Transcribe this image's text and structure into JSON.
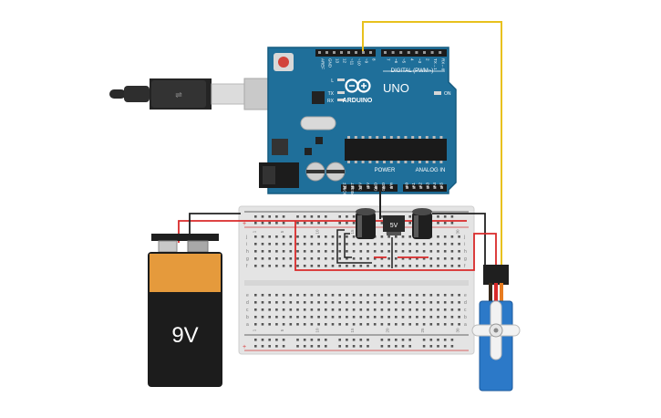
{
  "arduino": {
    "logo_text": "ARDUINO",
    "model": "UNO",
    "digital_label": "DIGITAL (PWM~)",
    "power_label": "POWER",
    "analog_label": "ANALOG IN",
    "on_label": "ON",
    "led_l": "L",
    "led_tx": "TX",
    "led_rx": "RX",
    "top_pins": [
      "AREF",
      "GND",
      "13",
      "12",
      "~11",
      "~10",
      "~9",
      "8",
      "7",
      "~6",
      "~5",
      "4",
      "~3",
      "2",
      "TX→1",
      "RX←0"
    ],
    "power_pins": [
      "IOREF",
      "RESET",
      "3.3V",
      "5V",
      "GND",
      "GND",
      "Vin"
    ],
    "analog_pins": [
      "A0",
      "A1",
      "A2",
      "A3",
      "A4",
      "A5"
    ]
  },
  "regulator": {
    "label": "5V"
  },
  "battery": {
    "label": "9V"
  },
  "breadboard": {
    "row_letters_top": [
      "j",
      "i",
      "h",
      "g",
      "f"
    ],
    "row_letters_bottom": [
      "e",
      "d",
      "c",
      "b",
      "a"
    ],
    "column_numbers": [
      "1",
      "5",
      "10",
      "15",
      "20",
      "25",
      "30"
    ],
    "rail_plus": "+",
    "rail_minus": "−"
  },
  "colors": {
    "arduino_blue": "#1f6f9a",
    "wire_red": "#d92a2a",
    "wire_black": "#222222",
    "wire_yellow": "#e8c11d",
    "wire_orange": "#e77b1f",
    "servo_blue": "#2c79c8",
    "battery_orange": "#e59a3c"
  }
}
